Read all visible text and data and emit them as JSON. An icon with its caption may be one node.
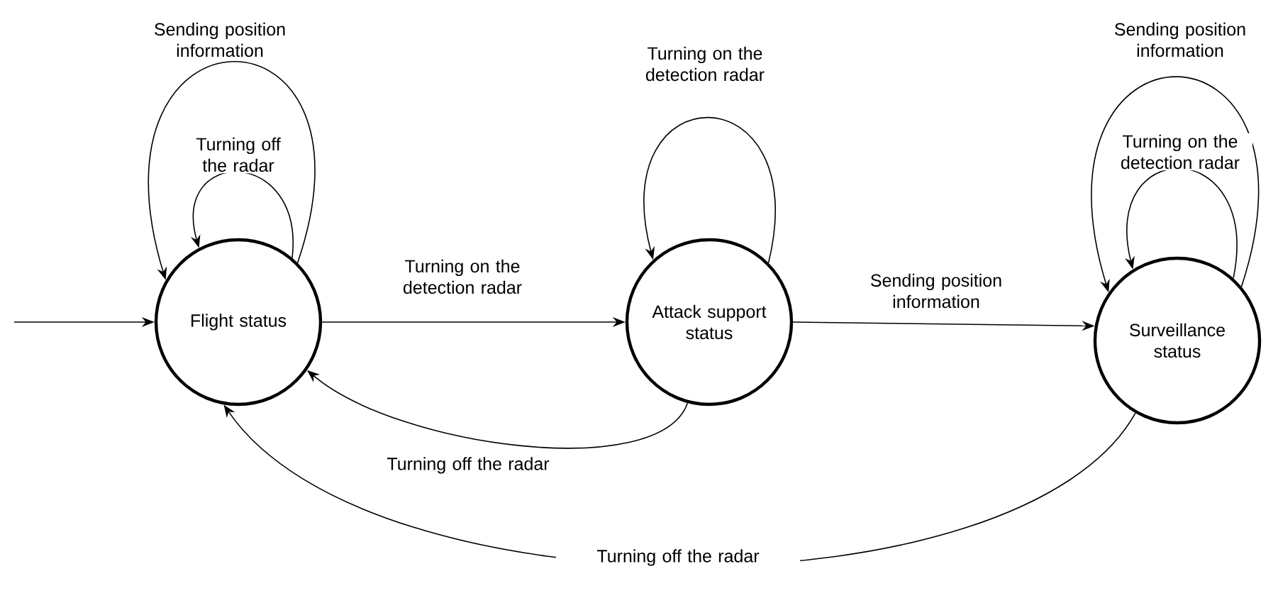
{
  "diagram": {
    "nodes": [
      {
        "text": [
          "Flight status"
        ]
      },
      {
        "text": [
          "Attack support status"
        ]
      },
      {
        "text": [
          "Surveillance status"
        ]
      }
    ],
    "edges": [
      {
        "from": null,
        "to": 0,
        "arrow": "to"
      },
      {
        "from": 0,
        "to": 0,
        "arrow": "to",
        "label": "Sending position information"
      },
      {
        "from": 0,
        "to": 0,
        "arrow": "to",
        "label": "Turning off the radar"
      },
      {
        "from": 0,
        "to": 1,
        "arrow": "to",
        "label": "Turning on the detection radar"
      },
      {
        "from": 1,
        "to": 1,
        "arrow": "to",
        "label": "Turning on the detection radar"
      },
      {
        "from": 1,
        "to": 2,
        "arrow": "to",
        "label": "Sending position information"
      },
      {
        "from": 2,
        "to": 2,
        "arrow": "to",
        "label": "Sending position information"
      },
      {
        "from": 2,
        "to": 2,
        "arrow": "to",
        "label": "Turning on the detection radar"
      },
      {
        "from": 1,
        "to": 0,
        "arrow": "to",
        "label": "Turning off the radar"
      },
      {
        "from": 2,
        "to": 0,
        "arrow": "to",
        "label": "Turning off the radar"
      }
    ]
  }
}
